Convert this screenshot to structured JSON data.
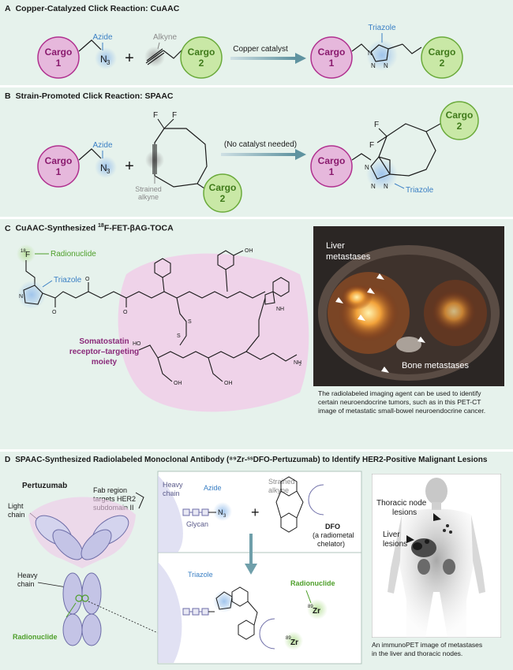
{
  "panel_a": {
    "letter": "A",
    "title": "Copper-Catalyzed Click Reaction: CuAAC",
    "cargo1": [
      "Cargo",
      "1"
    ],
    "cargo2": [
      "Cargo",
      "2"
    ],
    "azide_label": "Azide",
    "alkyne_label": "Alkyne",
    "catalyst_label": "Copper catalyst",
    "triazole_label": "Triazole",
    "n3": "N",
    "n3_sub": "3"
  },
  "panel_b": {
    "letter": "B",
    "title": "Strain-Promoted Click Reaction: SPAAC",
    "azide_label": "Azide",
    "strained_alkyne_label": [
      "Strained",
      "alkyne"
    ],
    "no_catalyst_label": "(No catalyst needed)",
    "triazole_label": "Triazole",
    "f_label": "F"
  },
  "panel_c": {
    "letter": "C",
    "title_prefix": "CuAAC-Synthesized ",
    "title_sup": "18",
    "title_suffix": "F-FET-βAG-TOCA",
    "radionuclide_label": "Radionuclide",
    "f18_sup": "18",
    "f18_el": "F",
    "triazole_label": "Triazole",
    "moiety_label": [
      "Somatostatin",
      "receptor–targeting",
      "moiety"
    ],
    "ct_labels": {
      "liver": [
        "Liver",
        "metastases"
      ],
      "bone": "Bone metastases"
    },
    "caption": [
      "The radiolabeled imaging agent can be used to identify",
      "certain neuroendocrine tumors, such as in this PET-CT",
      "image of metastatic small-bowel neuroendocrine cancer."
    ]
  },
  "panel_d": {
    "letter": "D",
    "title": "SPAAC-Synthesized Radiolabeled Monoclonal Antibody (⁸⁹Zr-ˢˢDFO-Pertuzumab) to Identify HER2-Positive Malignant Lesions",
    "pertuzumab_label": "Pertuzumab",
    "fab_label": [
      "Fab region",
      "targets HER2",
      "subdomain II"
    ],
    "light_chain_label": [
      "Light",
      "chain"
    ],
    "heavy_chain_label": [
      "Heavy",
      "chain"
    ],
    "radionuclide_label": "Radionuclide",
    "heavy_chain_box_label": [
      "Heavy",
      "chain"
    ],
    "azide_label": "Azide",
    "glycan_label": "Glycan",
    "strained_alkyne_label": [
      "Strained",
      "alkyne"
    ],
    "dfo_label": [
      "DFO",
      "(a radiometal",
      "chelator)"
    ],
    "triazole_label": "Triazole",
    "zr_sup": "89",
    "zr_el": "Zr",
    "pet_labels": {
      "thoracic": [
        "Thoracic node",
        "lesions"
      ],
      "liver": [
        "Liver",
        "lesions"
      ]
    },
    "caption": [
      "An immunoPET image of metastases",
      "in the liver and thoracic nodes."
    ]
  },
  "colors": {
    "panel_bg": "#e6f2ec",
    "cargo1_fill": "#e6b8dc",
    "cargo1_stroke": "#b0308f",
    "cargo2_fill": "#c9e8a6",
    "cargo2_stroke": "#6aaa3a",
    "azide_blue": "#3a7fc4",
    "radionuclide_green": "#4e9f2a",
    "moiety_purple": "#8a2a7a",
    "arrow_teal": "#6f9faa"
  }
}
